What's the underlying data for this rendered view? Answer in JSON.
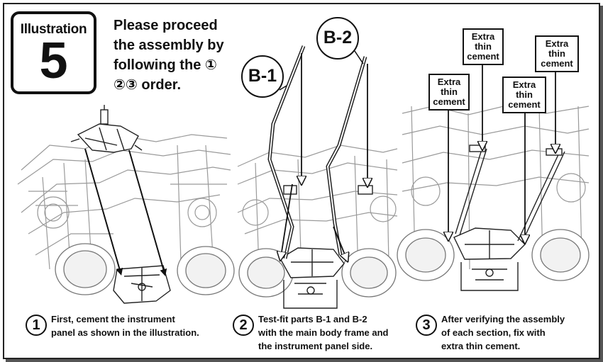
{
  "header": {
    "badge_label": "Illustration",
    "badge_number": "5",
    "intro_lines": [
      "Please proceed",
      "the assembly by",
      "following the ①",
      "②③ order."
    ]
  },
  "panel2": {
    "tag_b1": "B-1",
    "tag_b2": "B-2"
  },
  "panel3": {
    "callouts": [
      [
        "Extra",
        "thin",
        "cement"
      ],
      [
        "Extra",
        "thin",
        "cement"
      ],
      [
        "Extra",
        "thin",
        "cement"
      ],
      [
        "Extra",
        "thin",
        "cement"
      ]
    ]
  },
  "steps": [
    {
      "num": "1",
      "lines": [
        "First, cement the instrument",
        "panel as shown in the illustration."
      ]
    },
    {
      "num": "2",
      "lines": [
        "Test-fit parts B-1 and B-2",
        "with the main body frame and",
        "the instrument panel side."
      ]
    },
    {
      "num": "3",
      "lines": [
        "After verifying the assembly",
        "of each section, fix with",
        "extra thin cement."
      ]
    }
  ],
  "colors": {
    "ink": "#111111",
    "line_art": "#9a9a9a",
    "background": "#ffffff"
  }
}
